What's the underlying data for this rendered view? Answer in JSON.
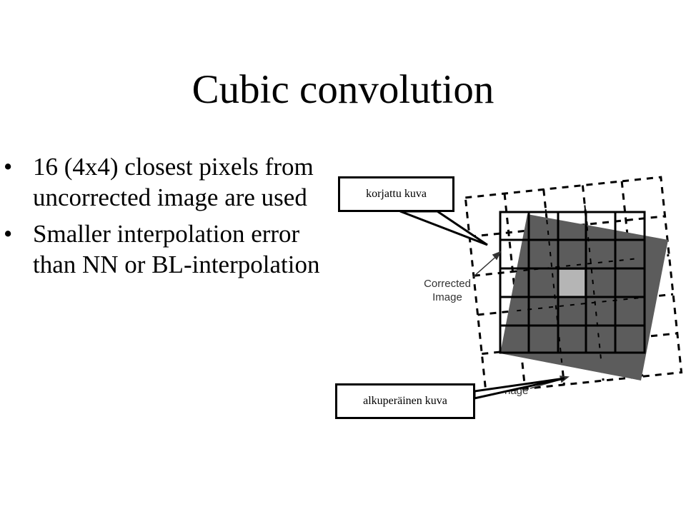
{
  "slide": {
    "title": "Cubic convolution",
    "bullets": [
      {
        "marker": "•",
        "text": "16 (4x4) closest pixels from uncorrected image are used"
      },
      {
        "marker": "•",
        "text": "Smaller interpolation error than NN or BL-interpolation"
      }
    ]
  },
  "figure": {
    "corrected_label_line1": "Corrected",
    "corrected_label_line2": "Image",
    "original_label_fragment": "nage",
    "callouts": {
      "corrected": "korjattu kuva",
      "original": "alkuperäinen kuva"
    }
  }
}
